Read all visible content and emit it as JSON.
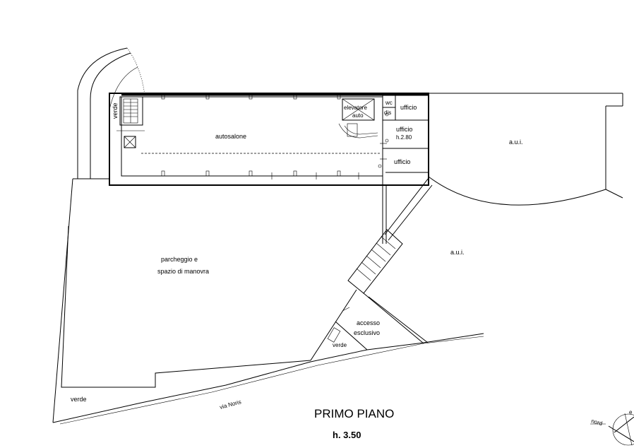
{
  "drawing": {
    "title": "PRIMO PIANO",
    "height_label": "h. 3.50",
    "street": "via Noris",
    "north_label": "nord",
    "compass_letter": "e"
  },
  "rooms": {
    "autosalone": "autosalone",
    "elevator_line1": "elevatore",
    "elevator_line2": "auto",
    "wc": "wc",
    "dis": "dis",
    "ufficio_top": "ufficio",
    "ufficio_mid": "ufficio",
    "ufficio_mid_height": "h.2.80",
    "ufficio_bottom": "ufficio",
    "aui_upper": "a.u.i.",
    "aui_lower": "a.u.i.",
    "parking_line1": "parcheggio e",
    "parking_line2": "spazio di manovra",
    "access_line1": "accesso",
    "access_line2": "esclusivo",
    "verde_left": "verde",
    "verde_bottom": "verde",
    "verde_access": "verde"
  }
}
